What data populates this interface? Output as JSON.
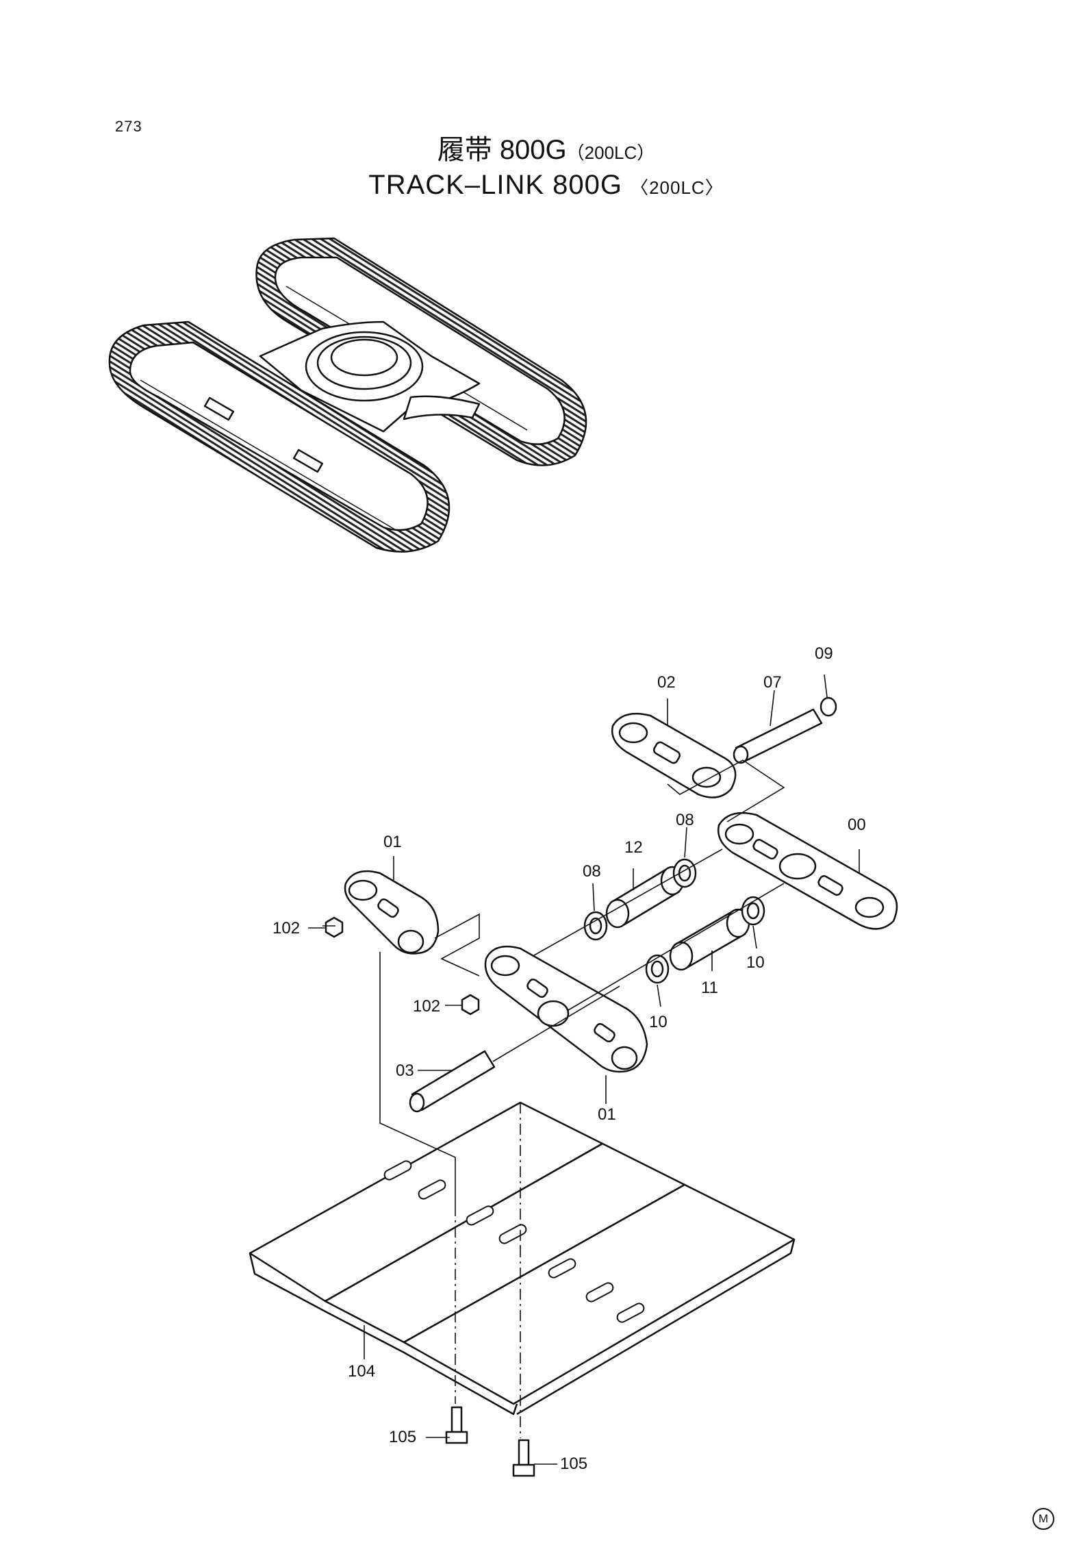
{
  "header": {
    "page_number": "273",
    "title_jp_main": "履帯 800G",
    "title_jp_sub": "（200LC）",
    "title_en_main": "TRACK–LINK  800G",
    "title_en_sub": "〈200LC〉"
  },
  "callouts": {
    "c00": "00",
    "c01_top": "01",
    "c01_bottom": "01",
    "c02": "02",
    "c03": "03",
    "c07": "07",
    "c08_left": "08",
    "c08_right": "08",
    "c09": "09",
    "c10_left": "10",
    "c10_right": "10",
    "c11": "11",
    "c12": "12",
    "c102_top": "102",
    "c102_mid": "102",
    "c104": "104",
    "c105_left": "105",
    "c105_right": "105"
  },
  "footer": {
    "mark": "M"
  }
}
